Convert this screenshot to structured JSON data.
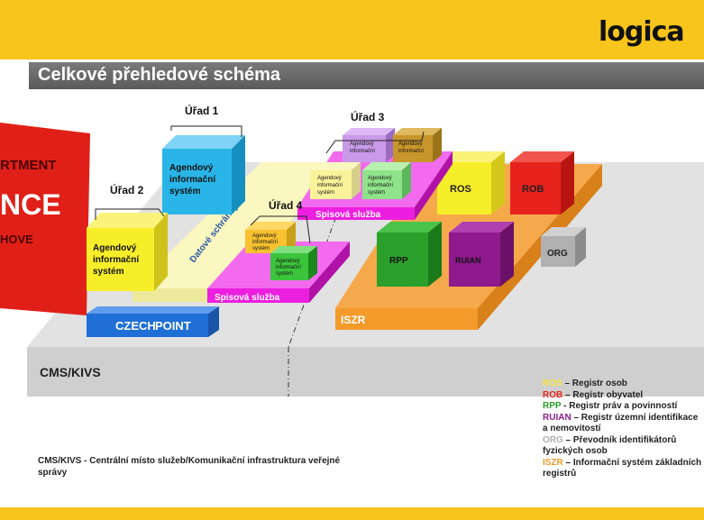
{
  "header": {
    "logo": "logica",
    "title": "Celkové přehledové schéma"
  },
  "poster": {
    "line1": "RTMENT",
    "line2": "NCE",
    "line3": "HOVE"
  },
  "diagram": {
    "platform": "CMS/KIVS",
    "offices": {
      "u1": "Úřad 1",
      "u2": "Úřad 2",
      "u3": "Úřad 3",
      "u4": "Úřad 4"
    },
    "agenda_system": [
      "Agendový",
      "informační",
      "systém"
    ],
    "datove_schranky": "Datové schránky",
    "spisova_sluzba": "Spisová služba",
    "czechpoint_a": "CZECH",
    "czechpoint_b": "POINT",
    "iszr": "ISZR",
    "ros": "ROS",
    "rob": "ROB",
    "rpp": "RPP",
    "ruian": "RUIAN",
    "org": "ORG"
  },
  "legend": [
    {
      "abbr": "ROS",
      "text": " – Registr osob",
      "color": "#f7e83a"
    },
    {
      "abbr": "ROB",
      "text": " – Registr obyvatel",
      "color": "#e8231e"
    },
    {
      "abbr": "RPP",
      "text": " -  Registr práv a povinností",
      "color": "#2aa02a"
    },
    {
      "abbr": "RUIAN",
      "text": " – Registr územní identifikace a nemovitostí",
      "color": "#8e1a8e"
    },
    {
      "abbr": "ORG",
      "text": " – Převodník identifikátorů fyzických osob",
      "color": "#b0b0b0"
    },
    {
      "abbr": "ISZR",
      "text": " – Informační systém základních registrů",
      "color": "#f39a2b"
    }
  ],
  "footnote": "CMS/KIVS - Centrální místo služeb/Komunikační infrastruktura veřejné správy",
  "colors": {
    "yellow_bar": "#f7c51b",
    "platform": "#d9d9d9",
    "cyan": "#29b5e8",
    "yellow": "#f7ee2a",
    "magenta": "#ec1fe0",
    "orange": "#f39a2b",
    "blue": "#1f6fd6"
  }
}
